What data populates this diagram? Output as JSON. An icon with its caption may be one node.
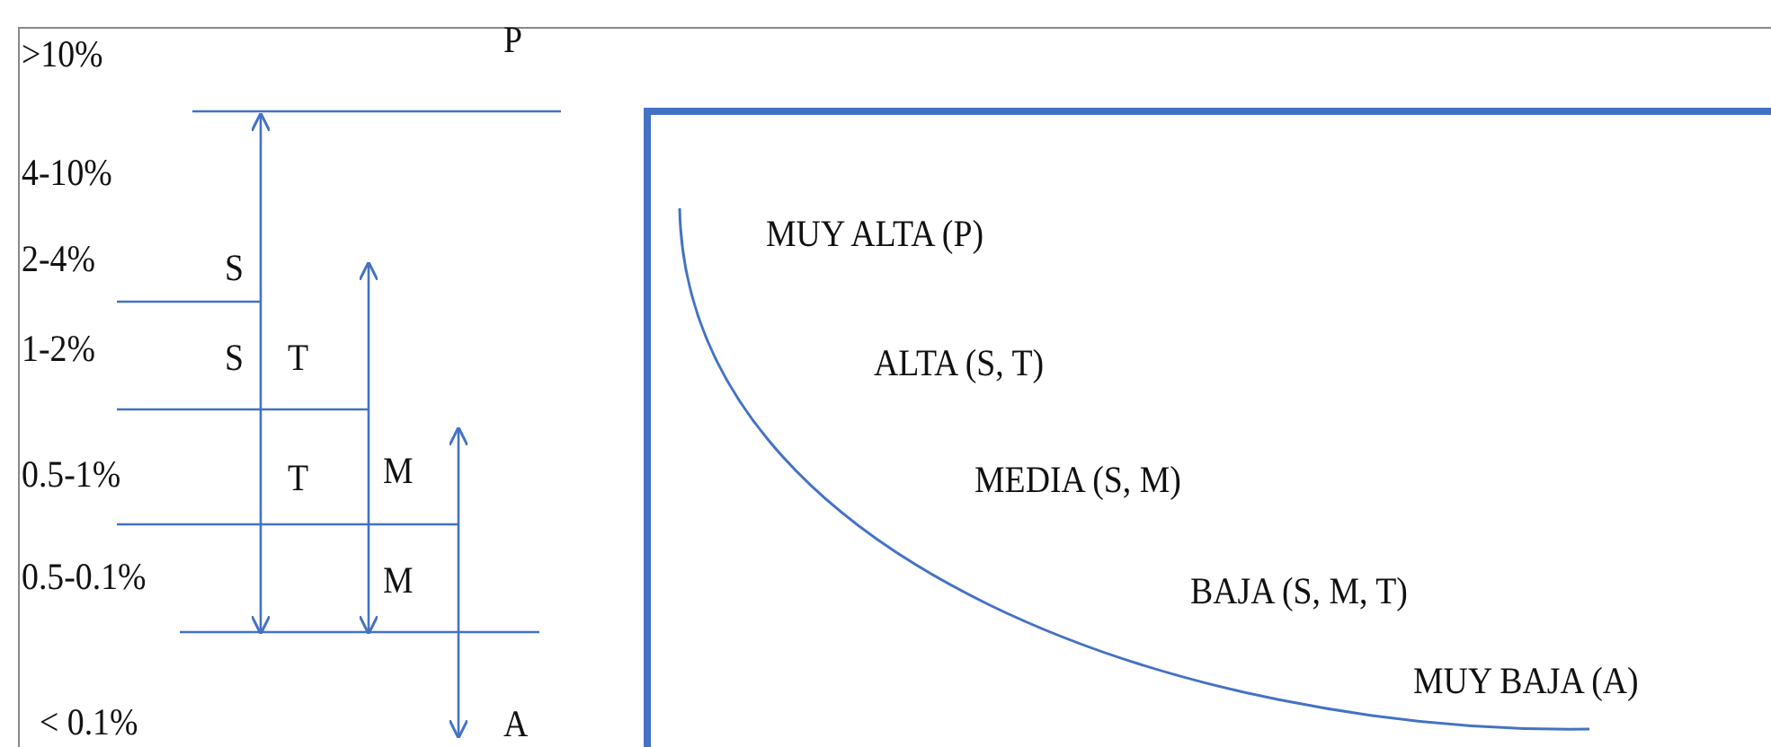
{
  "diagram": {
    "nodes": [
      {
        "text": [
          "MUY ALTA (P)",
          "ALTA (S, T)",
          "MEDIA (S, M)",
          "BAJA (S, M, T)",
          "MUY BAJA (A)"
        ]
      }
    ],
    "labels": [
      ">10%",
      "P",
      "4-10%",
      "2-4%",
      "S",
      "1-2%",
      "S",
      "T",
      "0.5-1%",
      "T",
      "M",
      "0.5-0.1%",
      "M",
      "< 0.1%",
      "A"
    ]
  }
}
